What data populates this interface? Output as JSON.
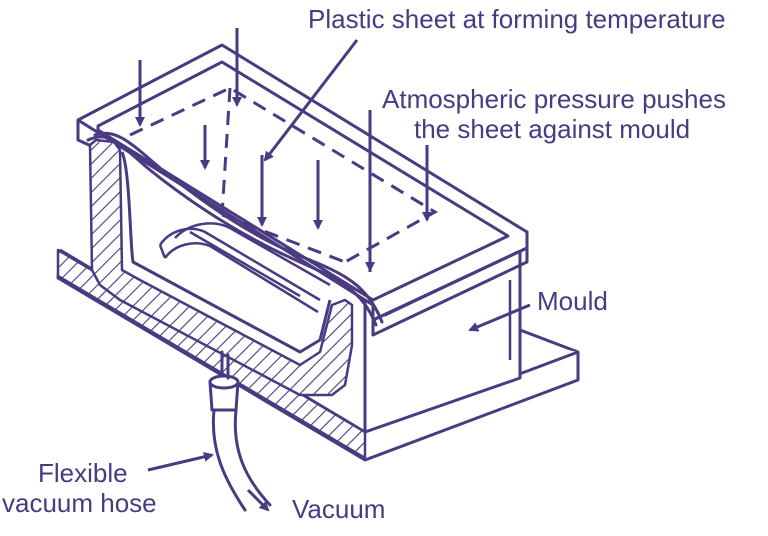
{
  "labels": {
    "plastic_sheet": "Plastic sheet at forming temperature",
    "atmospheric_line1": "Atmospheric pressure pushes",
    "atmospheric_line2": "the sheet against mould",
    "mould": "Mould",
    "hose_line1": "Flexible",
    "hose_line2": "vacuum hose",
    "vacuum": "Vacuum"
  },
  "colors": {
    "ink": "#4a3a82",
    "background": "#ffffff"
  }
}
